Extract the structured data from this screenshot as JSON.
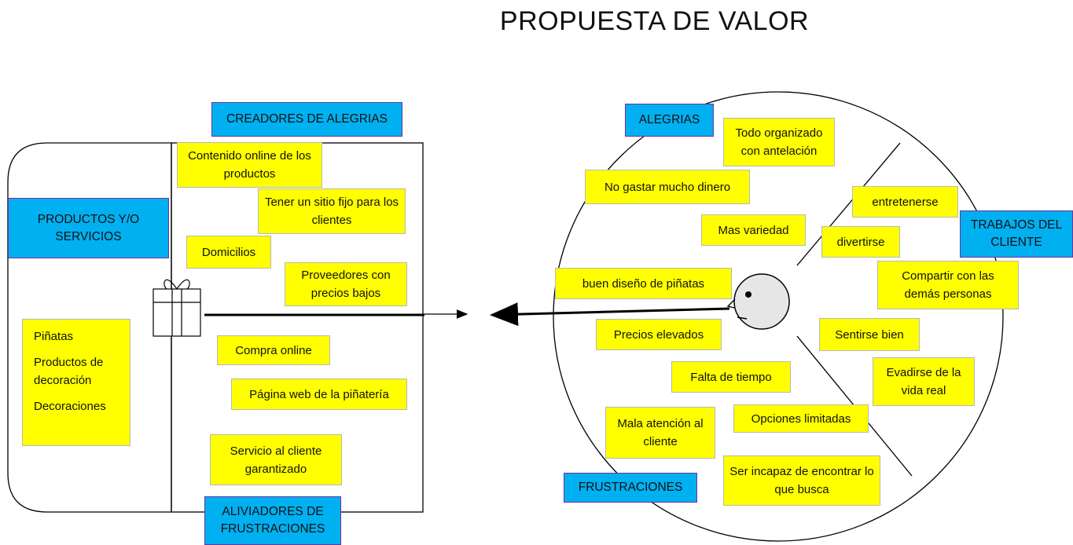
{
  "title": "PROPUESTA DE VALOR",
  "colors": {
    "note": "#ffff00",
    "label": "#00b0f0",
    "label_border": "#7030a0"
  },
  "icons": {
    "gift": "gift-icon",
    "face": "customer-face-icon"
  },
  "labels": {
    "creadores": "CREADORES DE ALEGRIAS",
    "productos": "PRODUCTOS Y/O SERVICIOS",
    "aliviadores": "ALIVIADORES DE FRUSTRACIONES",
    "alegrias": "ALEGRIAS",
    "trabajos": "TRABAJOS DEL CLIENTE",
    "frustraciones": "FRUSTRACIONES"
  },
  "productos_list": [
    "Piñatas",
    "Productos de decoración",
    "Decoraciones"
  ],
  "creadores_notes": [
    "Contenido online de los productos",
    "Tener un sitio fijo para los clientes",
    "Domicilios",
    "Proveedores con precios bajos"
  ],
  "aliviadores_notes": [
    "Compra online",
    "Página web de la piñatería",
    "Servicio al cliente garantizado"
  ],
  "alegrias_notes": [
    "Todo organizado con antelación",
    "No gastar mucho dinero",
    "Mas variedad",
    "buen diseño de piñatas"
  ],
  "trabajos_notes": [
    "entretenerse",
    "divertirse",
    "Compartir con las demás personas",
    "Sentirse bien",
    "Evadirse de la vida real"
  ],
  "frustraciones_notes": [
    "Precios elevados",
    "Falta de tiempo",
    "Mala atención al cliente",
    "Opciones limitadas",
    "Ser incapaz de encontrar lo que busca"
  ]
}
